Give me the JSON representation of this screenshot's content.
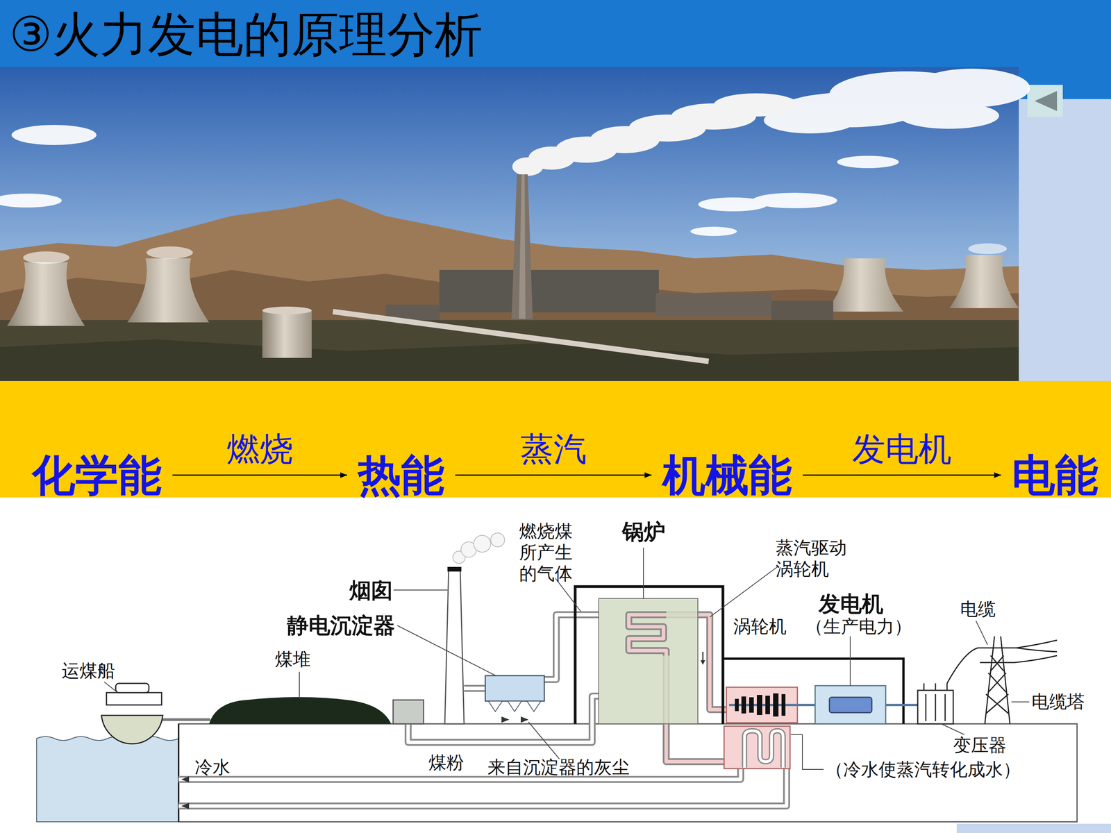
{
  "diagram": {
    "title": "③火力发电的原理分析",
    "nodes": [
      {
        "text": [
          "化学能"
        ]
      },
      {
        "text": [
          "热能"
        ]
      },
      {
        "text": [
          "机械能"
        ]
      },
      {
        "text": [
          "电能"
        ]
      }
    ],
    "edges": [
      {
        "from": 0,
        "to": 1,
        "arrow": "to",
        "label": "燃烧"
      },
      {
        "from": 1,
        "to": 2,
        "arrow": "to",
        "label": "蒸汽"
      },
      {
        "from": 2,
        "to": 3,
        "arrow": "to",
        "label": "发电机"
      }
    ],
    "labels": [
      "燃烧煤 所产生 的气体",
      "锅炉",
      "蒸汽驱动 涡轮机",
      "烟囱",
      "静电沉淀器",
      "煤堆",
      "运煤船",
      "发电机",
      "涡轮机",
      "（生产电力）",
      "电缆",
      "电缆塔",
      "变压器",
      "冷水",
      "煤粉",
      "来自沉淀器的灰尘",
      "（冷水使蒸汽转化成水）"
    ]
  }
}
